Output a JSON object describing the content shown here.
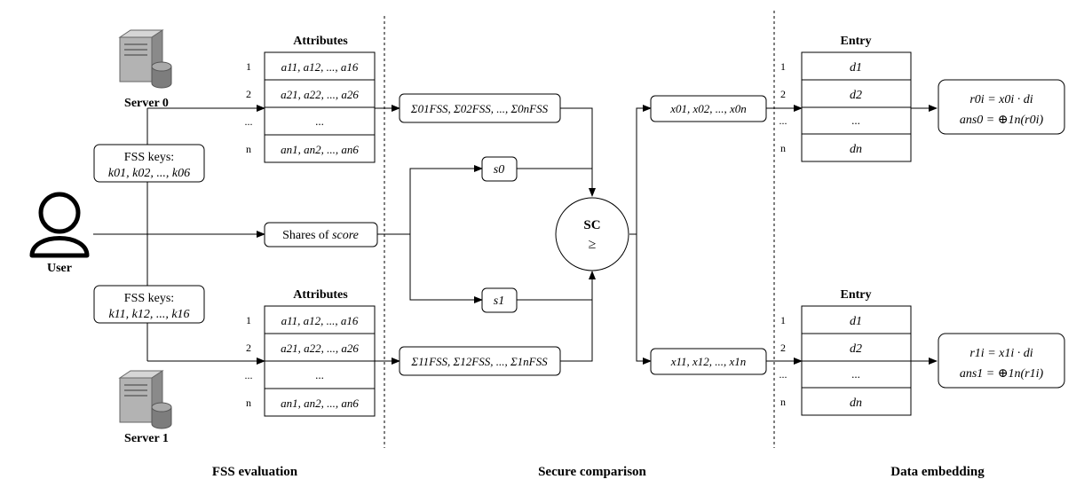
{
  "servers": {
    "server0": "Server 0",
    "server1": "Server 1"
  },
  "user": {
    "label": "User"
  },
  "fss_keys": {
    "top": {
      "title": "FSS keys:",
      "value": "k01, k02, ..., k06"
    },
    "bottom": {
      "title": "FSS keys:",
      "value": "k11, k12, ..., k16"
    }
  },
  "attributes": {
    "title": "Attributes",
    "row_indices": [
      "1",
      "2",
      "...",
      "n"
    ],
    "rows": [
      "a11, a12, ..., a16",
      "a21, a22, ..., a26",
      "...",
      "an1, an2, ..., an6"
    ]
  },
  "sums": {
    "top": "Σ01FSS, Σ02FSS, ..., Σ0nFSS",
    "bottom": "Σ11FSS, Σ12FSS, ..., Σ1nFSS"
  },
  "shares": {
    "label": "Shares of",
    "var": "score"
  },
  "share_values": {
    "s0": "s0",
    "s1": "s1"
  },
  "comparator": {
    "label": "SC",
    "symbol": "≥"
  },
  "x_outputs": {
    "top": "x01, x02, ..., x0n",
    "bottom": "x11, x12, ..., x1n"
  },
  "entry": {
    "title": "Entry",
    "row_indices": [
      "1",
      "2",
      "...",
      "n"
    ],
    "rows": [
      "d1",
      "d2",
      "...",
      "dn"
    ]
  },
  "results": {
    "top": {
      "line1": "r0i = x0i · di",
      "line2": "ans0 = ⊕1n(r0i)"
    },
    "bottom": {
      "line1": "r1i = x1i · di",
      "line2": "ans1 = ⊕1n(r1i)"
    }
  },
  "sections": {
    "fss": "FSS evaluation",
    "sc": "Secure comparison",
    "embed": "Data embedding"
  }
}
